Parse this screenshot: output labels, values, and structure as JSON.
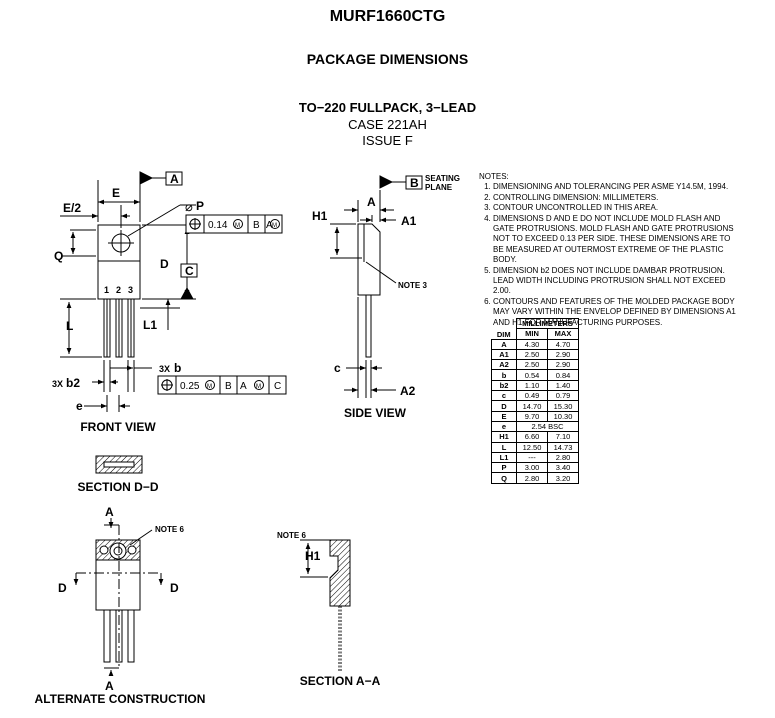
{
  "header": {
    "part_number": "MURF1660CTG",
    "section_title": "PACKAGE DIMENSIONS",
    "package_name": "TO−220 FULLPACK, 3−LEAD",
    "case": "CASE 221AH",
    "issue": "ISSUE F"
  },
  "views": {
    "front": "FRONT VIEW",
    "side": "SIDE VIEW",
    "section_dd": "SECTION D−D",
    "alternate": "ALTERNATE CONSTRUCTION",
    "section_aa": "SECTION A−A"
  },
  "labels": {
    "E": "E",
    "E_half": "E/2",
    "P": "P",
    "Q": "Q",
    "D": "D",
    "L": "L",
    "L1": "L1",
    "b": "b",
    "b2": "b2",
    "e": "e",
    "A": "A",
    "A1": "A1",
    "A2": "A2",
    "H1": "H1",
    "c": "c",
    "pin1": "1",
    "pin2": "2",
    "pin3": "3",
    "x3": "3X",
    "datum_A": "A",
    "datum_B": "B",
    "datum_C": "C",
    "seating_plane_1": "SEATING",
    "seating_plane_2": "PLANE",
    "note3": "NOTE 3",
    "note6": "NOTE 6",
    "sec_A": "A",
    "sec_D": "D"
  },
  "tolerance_frames": {
    "frame1": {
      "tol": "0.14",
      "mod": "M",
      "ref1": "B",
      "ref2": "A",
      "ref2_mod": "M"
    },
    "frame2": {
      "tol": "0.25",
      "mod": "M",
      "ref1": "B",
      "ref2": "A",
      "ref2_mod": "M",
      "ref3": "C"
    }
  },
  "notes": {
    "heading": "NOTES:",
    "items": [
      "DIMENSIONING AND TOLERANCING PER ASME Y14.5M, 1994.",
      "CONTROLLING DIMENSION: MILLIMETERS.",
      "CONTOUR UNCONTROLLED IN THIS AREA.",
      "DIMENSIONS D AND E DO NOT INCLUDE MOLD FLASH AND GATE PROTRUSIONS. MOLD FLASH AND GATE PROTRUSIONS NOT TO EXCEED 0.13 PER SIDE. THESE DIMENSIONS ARE TO BE MEASURED AT OUTERMOST EXTREME OF THE PLASTIC BODY.",
      "DIMENSION b2 DOES NOT INCLUDE DAMBAR PROTRUSION. LEAD WIDTH INCLUDING PROTRUSION SHALL NOT EXCEED 2.00.",
      "CONTOURS AND FEATURES OF THE MOLDED PACKAGE BODY MAY VARY WITHIN THE ENVELOP DEFINED BY DIMENSIONS A1 AND H1 FOR MANUFACTURING PURPOSES."
    ]
  },
  "dim_table": {
    "group_header": "MILLIMETERS",
    "columns": [
      "DIM",
      "MIN",
      "MAX"
    ],
    "rows": [
      {
        "dim": "A",
        "min": "4.30",
        "max": "4.70"
      },
      {
        "dim": "A1",
        "min": "2.50",
        "max": "2.90"
      },
      {
        "dim": "A2",
        "min": "2.50",
        "max": "2.90"
      },
      {
        "dim": "b",
        "min": "0.54",
        "max": "0.84"
      },
      {
        "dim": "b2",
        "min": "1.10",
        "max": "1.40"
      },
      {
        "dim": "c",
        "min": "0.49",
        "max": "0.79"
      },
      {
        "dim": "D",
        "min": "14.70",
        "max": "15.30"
      },
      {
        "dim": "E",
        "min": "9.70",
        "max": "10.30"
      },
      {
        "dim": "e",
        "span": "2.54 BSC"
      },
      {
        "dim": "H1",
        "min": "6.60",
        "max": "7.10"
      },
      {
        "dim": "L",
        "min": "12.50",
        "max": "14.73"
      },
      {
        "dim": "L1",
        "min": "---",
        "max": "2.80"
      },
      {
        "dim": "P",
        "min": "3.00",
        "max": "3.40"
      },
      {
        "dim": "Q",
        "min": "2.80",
        "max": "3.20"
      }
    ]
  }
}
